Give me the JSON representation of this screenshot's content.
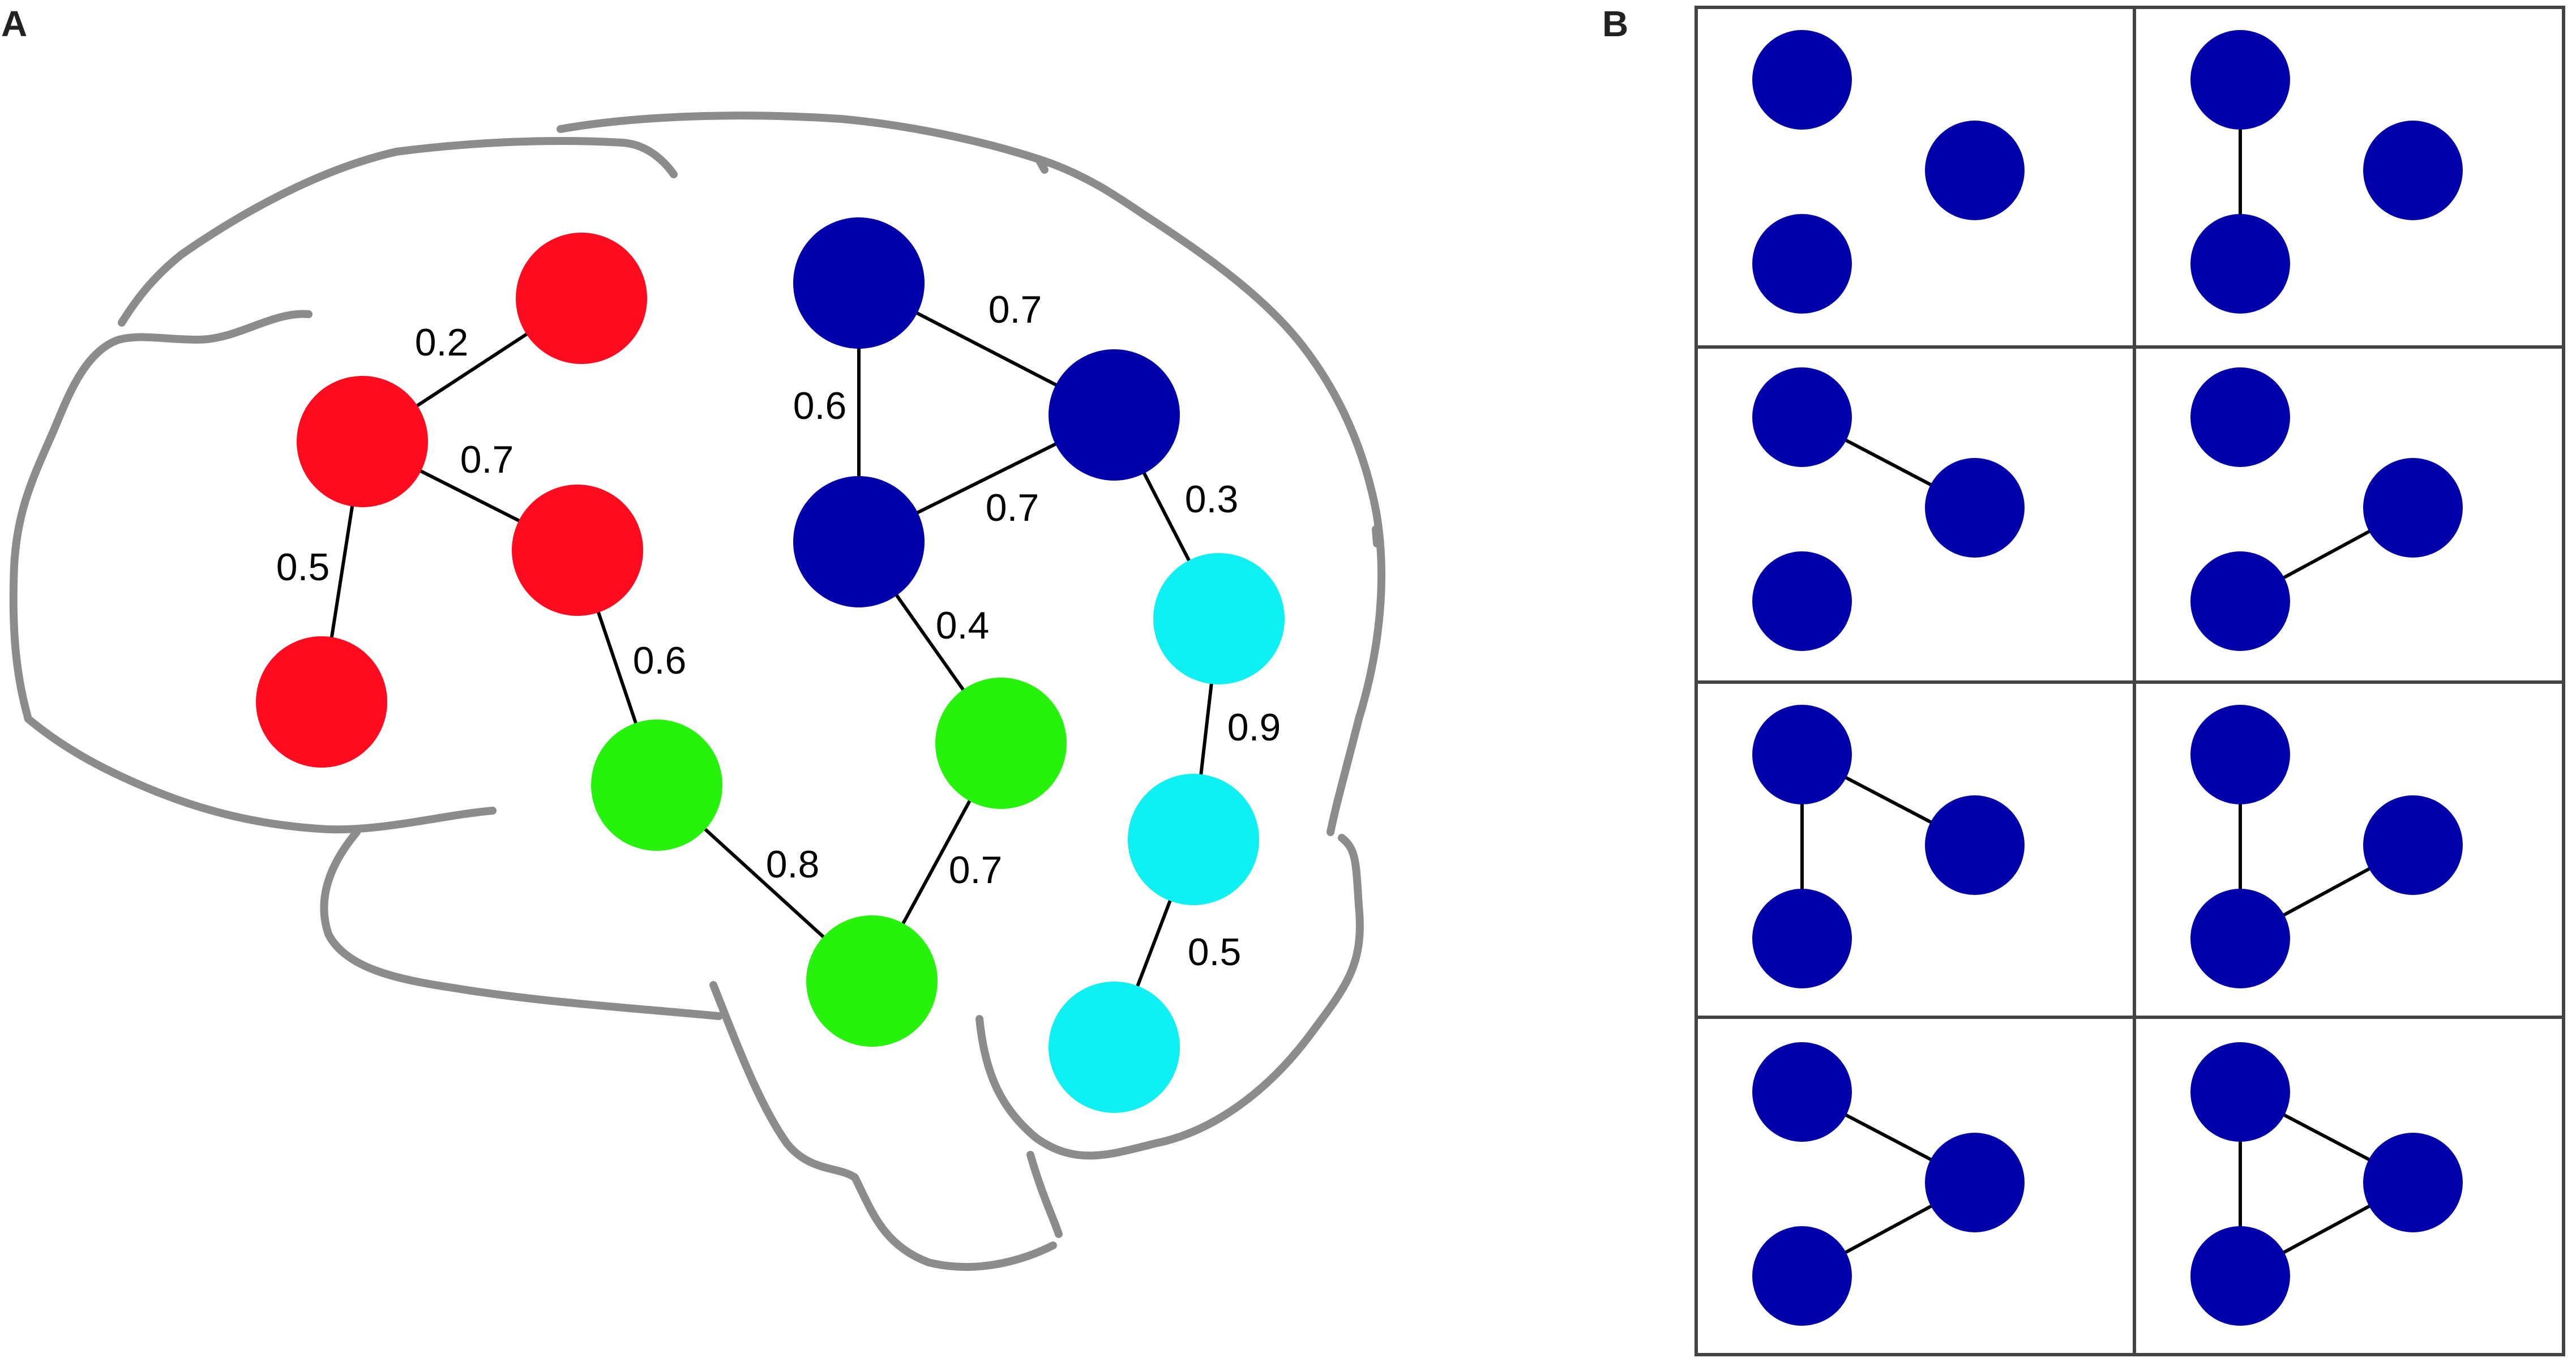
{
  "panels": {
    "a_label": "A",
    "b_label": "B"
  },
  "colors": {
    "red": "#ff0a1e",
    "navy": "#0000aa",
    "green": "#27f20c",
    "cyan": "#0ff0f2",
    "outline": "#8c8c8c"
  },
  "network_a": {
    "nodes": [
      {
        "id": "r1",
        "color": "red"
      },
      {
        "id": "r2",
        "color": "red"
      },
      {
        "id": "r3",
        "color": "red"
      },
      {
        "id": "r4",
        "color": "red"
      },
      {
        "id": "b1",
        "color": "navy"
      },
      {
        "id": "b2",
        "color": "navy"
      },
      {
        "id": "b3",
        "color": "navy"
      },
      {
        "id": "g1",
        "color": "green"
      },
      {
        "id": "g2",
        "color": "green"
      },
      {
        "id": "g3",
        "color": "green"
      },
      {
        "id": "c1",
        "color": "cyan"
      },
      {
        "id": "c2",
        "color": "cyan"
      },
      {
        "id": "c3",
        "color": "cyan"
      }
    ],
    "edges": [
      {
        "from": "r1",
        "to": "r2",
        "weight": "0.2"
      },
      {
        "from": "r2",
        "to": "r3",
        "weight": "0.7"
      },
      {
        "from": "r2",
        "to": "r4",
        "weight": "0.5"
      },
      {
        "from": "r3",
        "to": "g1",
        "weight": "0.6"
      },
      {
        "from": "b1",
        "to": "b2",
        "weight": "0.7"
      },
      {
        "from": "b1",
        "to": "b3",
        "weight": "0.6"
      },
      {
        "from": "b2",
        "to": "b3",
        "weight": "0.7"
      },
      {
        "from": "b2",
        "to": "c1",
        "weight": "0.3"
      },
      {
        "from": "b3",
        "to": "g2",
        "weight": "0.4"
      },
      {
        "from": "g1",
        "to": "g3",
        "weight": "0.8"
      },
      {
        "from": "g2",
        "to": "g3",
        "weight": "0.7"
      },
      {
        "from": "c1",
        "to": "c2",
        "weight": "0.9"
      },
      {
        "from": "c2",
        "to": "c3",
        "weight": "0.5"
      }
    ]
  },
  "motifs_b": [
    {
      "edges": []
    },
    {
      "edges": [
        [
          "top",
          "bottom"
        ]
      ]
    },
    {
      "edges": [
        [
          "top",
          "right"
        ]
      ]
    },
    {
      "edges": [
        [
          "bottom",
          "right"
        ]
      ]
    },
    {
      "edges": [
        [
          "top",
          "bottom"
        ],
        [
          "top",
          "right"
        ]
      ]
    },
    {
      "edges": [
        [
          "top",
          "bottom"
        ],
        [
          "bottom",
          "right"
        ]
      ]
    },
    {
      "edges": [
        [
          "top",
          "right"
        ],
        [
          "bottom",
          "right"
        ]
      ]
    },
    {
      "edges": [
        [
          "top",
          "bottom"
        ],
        [
          "top",
          "right"
        ],
        [
          "bottom",
          "right"
        ]
      ]
    }
  ]
}
